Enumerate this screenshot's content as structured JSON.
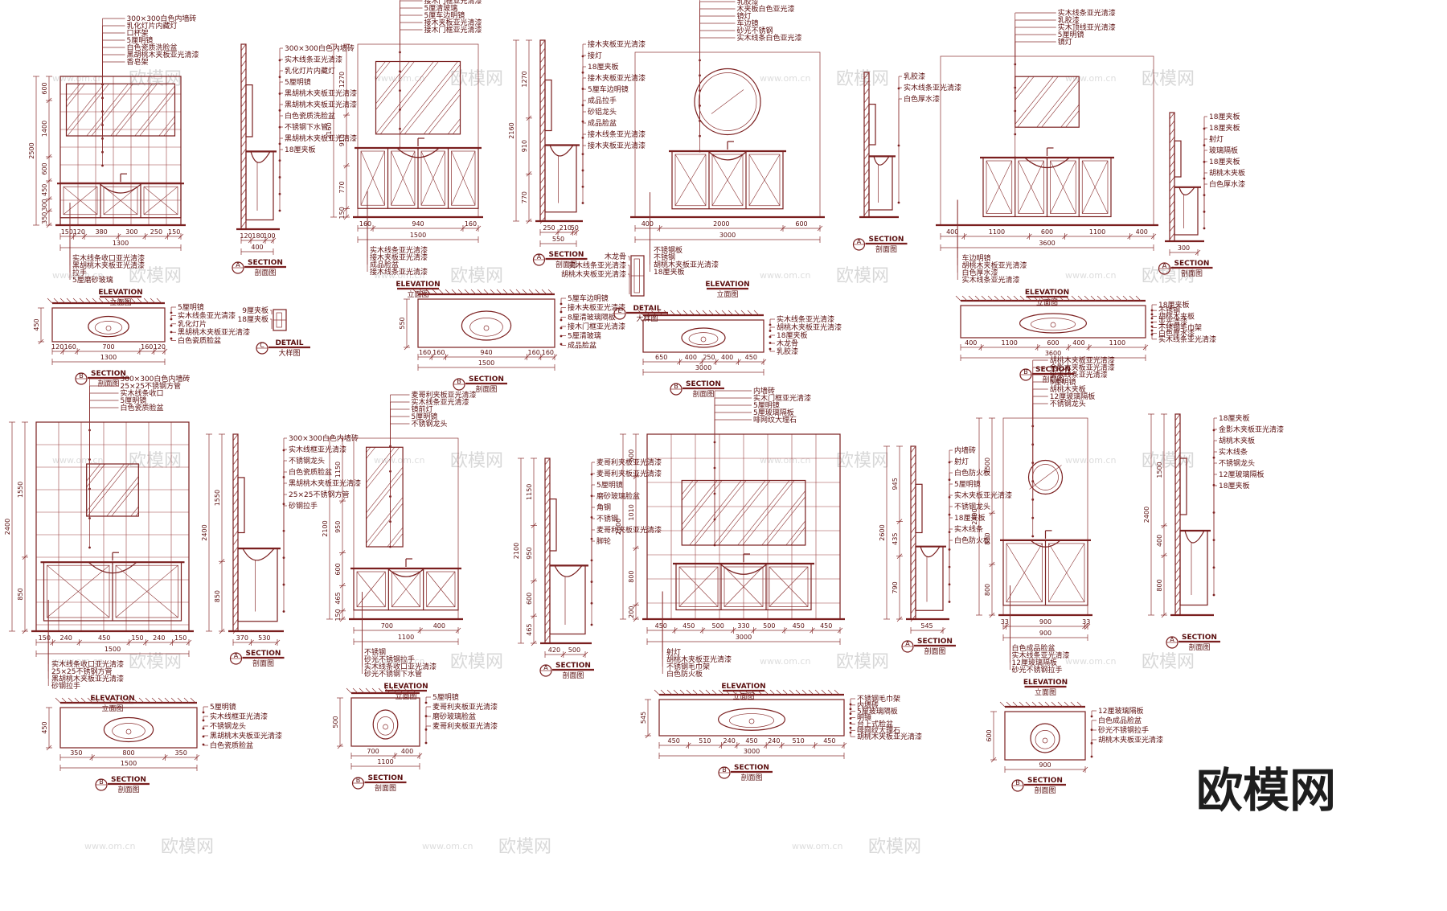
{
  "watermark": {
    "text": "欧模网",
    "url": "www.om.cn"
  },
  "logo": {
    "text": "欧模网"
  },
  "colors": {
    "line": "#7a1f1f",
    "text": "#5a0f0f",
    "background": "#ffffff"
  },
  "panels": [
    {
      "id": "p1",
      "labels": [
        "300×300白色内墙砖",
        "乳化灯片内藏灯",
        "口杯架",
        "5厘明镜",
        "白色瓷质洗脸盆",
        "黑胡桃木夹板亚光清漆",
        "香皂架",
        "实木线条收口亚光清漆",
        "黑胡桃木夹板亚光清漆",
        "拉手",
        "5厘磨砂玻璃"
      ],
      "dims_bottom": [
        "150",
        "120",
        "380",
        "300",
        "250",
        "150"
      ],
      "total": "1300",
      "dims_left": [
        "600",
        "1400",
        "600",
        "450",
        "300",
        "350"
      ],
      "height": "2500",
      "title_en": "ELEVATION",
      "title_cn": "立面图"
    },
    {
      "id": "p2",
      "labels": [
        "300×300白色内墙砖",
        "实木线条亚光清漆",
        "乳化灯片内藏灯",
        "5厘明镜",
        "黑胡桃木夹板亚光清漆",
        "黑胡桃木夹板亚光清漆",
        "白色瓷质洗脸盆",
        "不锈钢下水管",
        "黑胡桃木夹板亚光清漆",
        "18厘夹板"
      ],
      "dims_bottom": [
        "120",
        "180",
        "100"
      ],
      "total": "400",
      "title_en": "SECTION",
      "title_cn": "剖面图",
      "marker": "A"
    },
    {
      "id": "p3",
      "labels": [
        "接木夹板亚光清漆",
        "接木门框亚光清漆",
        "5厘清玻璃",
        "5厘车边明镜",
        "接木夹板亚光清漆",
        "接木门框亚光清漆",
        "实木线条亚光清漆",
        "接木夹板亚光清漆",
        "成品脸盆",
        "接木线条亚光清漆"
      ],
      "dims_bottom": [
        "160",
        "940",
        "160"
      ],
      "total": "1500",
      "dims_left": [
        "1270",
        "910",
        "770",
        "150"
      ],
      "height": "2160",
      "title_en": "ELEVATION",
      "title_cn": "立面图"
    },
    {
      "id": "p4",
      "labels": [
        "接木夹板亚光清漆",
        "接灯",
        "18厘夹板",
        "接木夹板亚光清漆",
        "5厘车边明镜",
        "成品拉手",
        "砂铝龙头",
        "成品脸盆",
        "接木线条亚光清漆",
        "接木夹板亚光清漆"
      ],
      "dims_bottom": [
        "250",
        "210",
        "50"
      ],
      "total": "550",
      "dims_left": [
        "1270",
        "910",
        "770"
      ],
      "height": "2160",
      "title_en": "SECTION",
      "title_cn": "剖面图",
      "marker": "A"
    },
    {
      "id": "p5",
      "labels": [
        "木夹板白色亚光漆",
        "乳胶漆",
        "木夹板白色亚光漆",
        "镜灯",
        "车边镜",
        "砂光不锈钢",
        "实木线条白色亚光漆",
        "不锈钢板",
        "不锈钢",
        "胡桃木夹板亚光清漆",
        "18厘夹板"
      ],
      "dims_bottom": [
        "400",
        "2000",
        "600"
      ],
      "total": "3000",
      "title_en": "ELEVATION",
      "title_cn": "立面图"
    },
    {
      "id": "p6",
      "labels": [
        "乳胶漆",
        "实木线条亚光清漆",
        "白色厚水漆"
      ],
      "title_en": "SECTION",
      "title_cn": "剖面图",
      "marker": "A"
    },
    {
      "id": "p7",
      "labels": [
        "实木线条亚光清漆",
        "乳胶漆",
        "实木顶线亚光清漆",
        "5厘明镜",
        "镜灯",
        "车边明镜",
        "胡桃木夹板亚光清漆",
        "白色厚水漆",
        "实木线条亚光清漆"
      ],
      "dims_bottom": [
        "400",
        "1100",
        "600",
        "1100",
        "400"
      ],
      "total": "3600",
      "title_en": "ELEVATION",
      "title_cn": "立面图"
    },
    {
      "id": "p8",
      "labels": [
        "18厘夹板",
        "18厘夹板",
        "射灯",
        "玻璃隔板",
        "18厘夹板",
        "胡桃木夹板",
        "白色厚水漆"
      ],
      "dims_bottom": [
        "300"
      ],
      "title_en": "SECTION",
      "title_cn": "剖面图",
      "marker": "A"
    },
    {
      "id": "p9",
      "labels": [
        "300×300白色内墙砖",
        "25×25不锈钢方管",
        "实木线条收口",
        "5厘明镜",
        "白色瓷质脸盆",
        "实木线条收口亚光清漆",
        "25×25不锈钢方管",
        "黑胡桃木夹板亚光清漆",
        "砂钢拉手"
      ],
      "dims_bottom": [
        "150",
        "240",
        "450",
        "150",
        "240",
        "150"
      ],
      "total": "1500",
      "dims_left": [
        "1550",
        "850"
      ],
      "height": "2400",
      "title_en": "ELEVATION",
      "title_cn": "立面图"
    },
    {
      "id": "p10",
      "labels": [
        "300×300白色内墙砖",
        "实木线框亚光清漆",
        "不锈钢龙头",
        "白色瓷质脸盆",
        "黑胡桃木夹板亚光清漆",
        "25×25不锈钢方管",
        "砂钢拉手"
      ],
      "dims_bottom": [
        "370",
        "530"
      ],
      "dims_left": [
        "1550",
        "850"
      ],
      "height": "2400",
      "title_en": "SECTION",
      "title_cn": "剖面图",
      "marker": "A"
    },
    {
      "id": "p11",
      "labels": [
        "麦哥利夹板亚光清漆",
        "实木线条亚光清漆",
        "镜前灯",
        "5厘明镜",
        "不锈钢龙头",
        "不锈钢",
        "砂光不锈钢拉手",
        "实木线条收口亚光清漆",
        "砂光不锈钢下水管"
      ],
      "dims_bottom": [
        "700",
        "400"
      ],
      "total": "1100",
      "dims_left": [
        "1150",
        "950",
        "600",
        "465",
        "150"
      ],
      "height": "2100",
      "title_en": "ELEVATION",
      "title_cn": "立面图"
    },
    {
      "id": "p12",
      "labels": [
        "麦哥利夹板亚光清漆",
        "麦哥利夹板亚光清漆",
        "5厘明镜",
        "磨砂玻璃脸盆",
        "角钢",
        "不锈钢",
        "麦哥利夹板亚光清漆",
        "脚轮"
      ],
      "dims_bottom": [
        "420",
        "500"
      ],
      "dims_left": [
        "1150",
        "950",
        "600",
        "465"
      ],
      "height": "2100",
      "title_en": "SECTION",
      "title_cn": "剖面图",
      "marker": "A"
    },
    {
      "id": "p13",
      "labels": [
        "内墙砖",
        "实木门框亚光清漆",
        "5厘明镜",
        "5厘玻璃隔板",
        "啡网纹大理石",
        "射灯",
        "胡桃木夹板亚光清漆",
        "不锈钢毛巾架",
        "白色防火板"
      ],
      "dims_bottom": [
        "450",
        "450",
        "500",
        "330",
        "500",
        "450",
        "450"
      ],
      "total": "3000",
      "dims_left": [
        "600",
        "1010",
        "800",
        "200"
      ],
      "height": "2600",
      "title_en": "ELEVATION",
      "title_cn": "立面图"
    },
    {
      "id": "p14",
      "labels": [
        "内墙砖",
        "射灯",
        "白色防火板",
        "5厘明镜",
        "实木夹板亚光清漆",
        "不锈钢龙头",
        "18厘夹板",
        "实木线条",
        "白色防火板"
      ],
      "dims_bottom": [
        "545"
      ],
      "dims_left": [
        "945",
        "435",
        "790"
      ],
      "height": "2600",
      "title_en": "SECTION",
      "title_cn": "剖面图",
      "marker": "A"
    },
    {
      "id": "p15",
      "labels": [
        "胡桃木夹板亚光清漆",
        "金影木夹板亚光清漆",
        "实木线条亚光清漆",
        "5厘明镜",
        "胡桃木夹板",
        "12厘玻璃隔板",
        "不锈钢龙头",
        "白色成品脸盆",
        "实木线条亚光清漆",
        "12厘玻璃隔板",
        "砂光不锈钢拉手"
      ],
      "dims_bottom": [
        "33",
        "900",
        "33"
      ],
      "total": "900",
      "dims_left": [
        "1500",
        "810",
        "800"
      ],
      "height": "2400",
      "title_en": "ELEVATION",
      "title_cn": "立面图"
    },
    {
      "id": "p16",
      "labels": [
        "18厘夹板",
        "金影木夹板亚光清漆",
        "胡桃木夹板",
        "实木线条",
        "不锈钢龙头",
        "12厘玻璃隔板",
        "18厘夹板"
      ],
      "dims_left": [
        "1500",
        "400",
        "800"
      ],
      "height": "2400",
      "title_en": "SECTION",
      "title_cn": "剖面图",
      "marker": "A"
    },
    {
      "id": "s1",
      "labels": [
        "5厘明镜",
        "实木线条亚光清漆",
        "乳化灯片",
        "黑胡桃木夹板亚光清漆",
        "白色瓷质脸盆"
      ],
      "dims_bottom": [
        "120",
        "160",
        "700",
        "160",
        "120"
      ],
      "total": "1300",
      "dims_left": [
        "450"
      ],
      "title_en": "SECTION",
      "title_cn": "剖面图",
      "marker": "B"
    },
    {
      "id": "s1d",
      "labels": [
        "9厘夹板",
        "18厘夹板"
      ],
      "title_en": "DETAIL",
      "title_cn": "大样图",
      "marker": "C"
    },
    {
      "id": "s2",
      "labels": [
        "5厘车边明镜",
        "接木夹板亚光清漆",
        "8厘清玻璃隔板",
        "接木门框亚光清漆",
        "5厘清玻璃",
        "成品脸盆"
      ],
      "dims_bottom": [
        "160",
        "160",
        "940",
        "160",
        "160"
      ],
      "total": "1500",
      "dims_left": [
        "550"
      ],
      "title_en": "SECTION",
      "title_cn": "剖面图",
      "marker": "B"
    },
    {
      "id": "s3",
      "labels": [
        "实木线条亚光清漆",
        "胡桃木夹板亚光清漆",
        "18厘夹板",
        "木龙骨",
        "乳胶漆"
      ],
      "dims_bottom": [
        "650",
        "400",
        "250",
        "400",
        "450"
      ],
      "total": "3000",
      "title_en": "SECTION",
      "title_cn": "剖面图",
      "marker": "B"
    },
    {
      "id": "s3d",
      "labels": [
        "木龙骨",
        "实木线条亚光清漆",
        "胡桃木夹板亚光清漆"
      ],
      "title_en": "DETAIL",
      "title_cn": "大样图",
      "marker": "E"
    },
    {
      "id": "s4",
      "labels": [
        "18厘夹板",
        "不锈钢",
        "胡桃木夹板",
        "亚光清漆",
        "不锈钢毛巾架",
        "白色厚水漆",
        "实木线条亚光清漆"
      ],
      "dims_bottom": [
        "400",
        "1100",
        "600",
        "400",
        "1100"
      ],
      "total": "3600",
      "title_en": "SECTION",
      "title_cn": "剖面图",
      "marker": "B"
    },
    {
      "id": "s5",
      "labels": [
        "5厘明镜",
        "实木线框亚光清漆",
        "不锈钢龙头",
        "黑胡桃木夹板亚光清漆",
        "白色瓷质脸盆"
      ],
      "dims_bottom": [
        "350",
        "800",
        "350"
      ],
      "total": "1500",
      "dims_left": [
        "450"
      ],
      "title_en": "SECTION",
      "title_cn": "剖面图",
      "marker": "B"
    },
    {
      "id": "s6",
      "labels": [
        "5厘明镜",
        "麦哥利夹板亚光清漆",
        "磨砂玻璃脸盆",
        "麦哥利夹板亚光清漆"
      ],
      "dims_bottom": [
        "700",
        "400"
      ],
      "total": "1100",
      "dims_left": [
        "500"
      ],
      "title_en": "SECTION",
      "title_cn": "剖面图",
      "marker": "B"
    },
    {
      "id": "s7",
      "labels": [
        "不锈钢毛巾架",
        "内墙砖",
        "5厘玻璃隔板",
        "明镜",
        "台上式脸盆",
        "啡网纹大理石",
        "胡桃木夹板亚光清漆"
      ],
      "dims_bottom": [
        "450",
        "510",
        "240",
        "450",
        "240",
        "510",
        "450"
      ],
      "total": "3000",
      "dims_left": [
        "545"
      ],
      "title_en": "SECTION",
      "title_cn": "剖面图",
      "marker": "B"
    },
    {
      "id": "s8",
      "labels": [
        "12厘玻璃隔板",
        "白色成品脸盆",
        "砂光不锈钢拉手",
        "胡桃木夹板亚光清漆"
      ],
      "dims_bottom": [
        "900"
      ],
      "dims_left": [
        "600"
      ],
      "title_en": "SECTION",
      "title_cn": "剖面图",
      "marker": "B"
    }
  ]
}
